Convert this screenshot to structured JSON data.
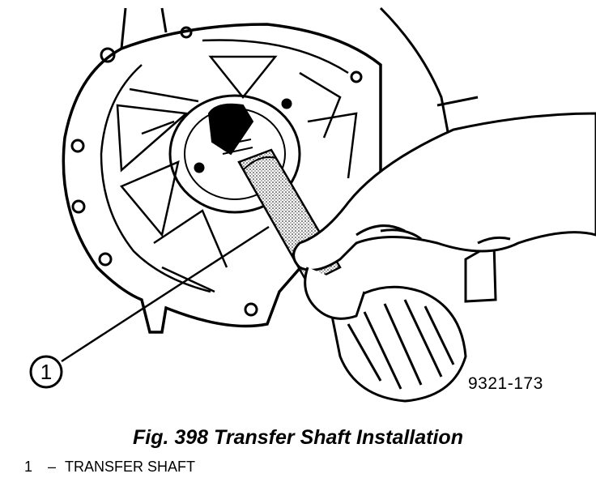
{
  "figure": {
    "figure_number": "9321-173",
    "caption": "Fig. 398 Transfer Shaft Installation"
  },
  "callouts": [
    {
      "number": "1",
      "label": "TRANSFER SHAFT"
    }
  ],
  "legend": [
    {
      "number": "1",
      "separator": "–",
      "text": "TRANSFER SHAFT"
    }
  ]
}
